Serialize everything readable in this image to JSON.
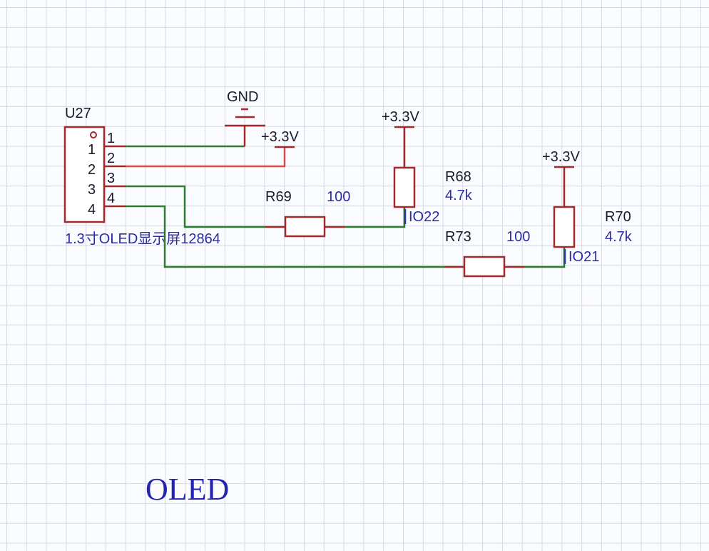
{
  "connector": {
    "designator": "U27",
    "description": "1.3寸OLED显示屏12864",
    "pins": [
      {
        "number": "1",
        "inner_label": "1"
      },
      {
        "number": "2",
        "inner_label": "2"
      },
      {
        "number": "3",
        "inner_label": "3"
      },
      {
        "number": "4",
        "inner_label": "4"
      }
    ]
  },
  "power": {
    "gnd_label": "GND",
    "vcc_pin2_label": "+3.3V",
    "vcc_r68_label": "+3.3V",
    "vcc_r70_label": "+3.3V"
  },
  "resistors": {
    "r69": {
      "designator": "R69",
      "value": "100"
    },
    "r68": {
      "designator": "R68",
      "value": "4.7k"
    },
    "r73": {
      "designator": "R73",
      "value": "100"
    },
    "r70": {
      "designator": "R70",
      "value": "4.7k"
    }
  },
  "nets": {
    "io22": "IO22",
    "io21": "IO21"
  },
  "sheet_title": "OLED",
  "colors": {
    "wire_green": "#2e7d2e",
    "wire_red": "#d24a4a",
    "part_outline": "#a32a2a",
    "value_text": "#2b2ba8"
  }
}
